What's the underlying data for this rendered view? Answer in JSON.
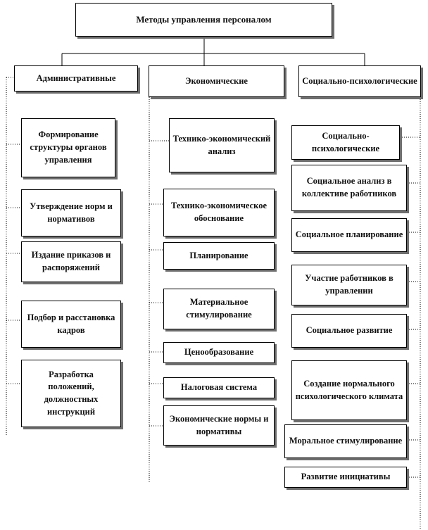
{
  "diagram": {
    "root": "Методы управления персоналом",
    "columns": [
      {
        "title": "Административные",
        "items": [
          "Формирование структуры органов управления",
          "Утверждение норм и нормативов",
          "Издание приказов и распоряжений",
          "Подбор и расстановка кадров",
          "Разработка положений, должностных инструкций"
        ]
      },
      {
        "title": "Экономические",
        "items": [
          "Технико-экономический анализ",
          "Технико-экономическое обоснование",
          "Планирование",
          "Материальное стимулирование",
          "Ценообразование",
          "Налоговая система",
          "Экономические нормы и нормативы"
        ]
      },
      {
        "title": "Социально-психологические",
        "items": [
          "Социально-психологические",
          "Социальное анализ в коллективе работников",
          "Социальное планирование",
          "Участие работников в управлении",
          "Социальное развитие",
          "Создание нормального психологического климата",
          "Моральное стимулирование",
          "Развитие инициативы"
        ]
      }
    ]
  }
}
